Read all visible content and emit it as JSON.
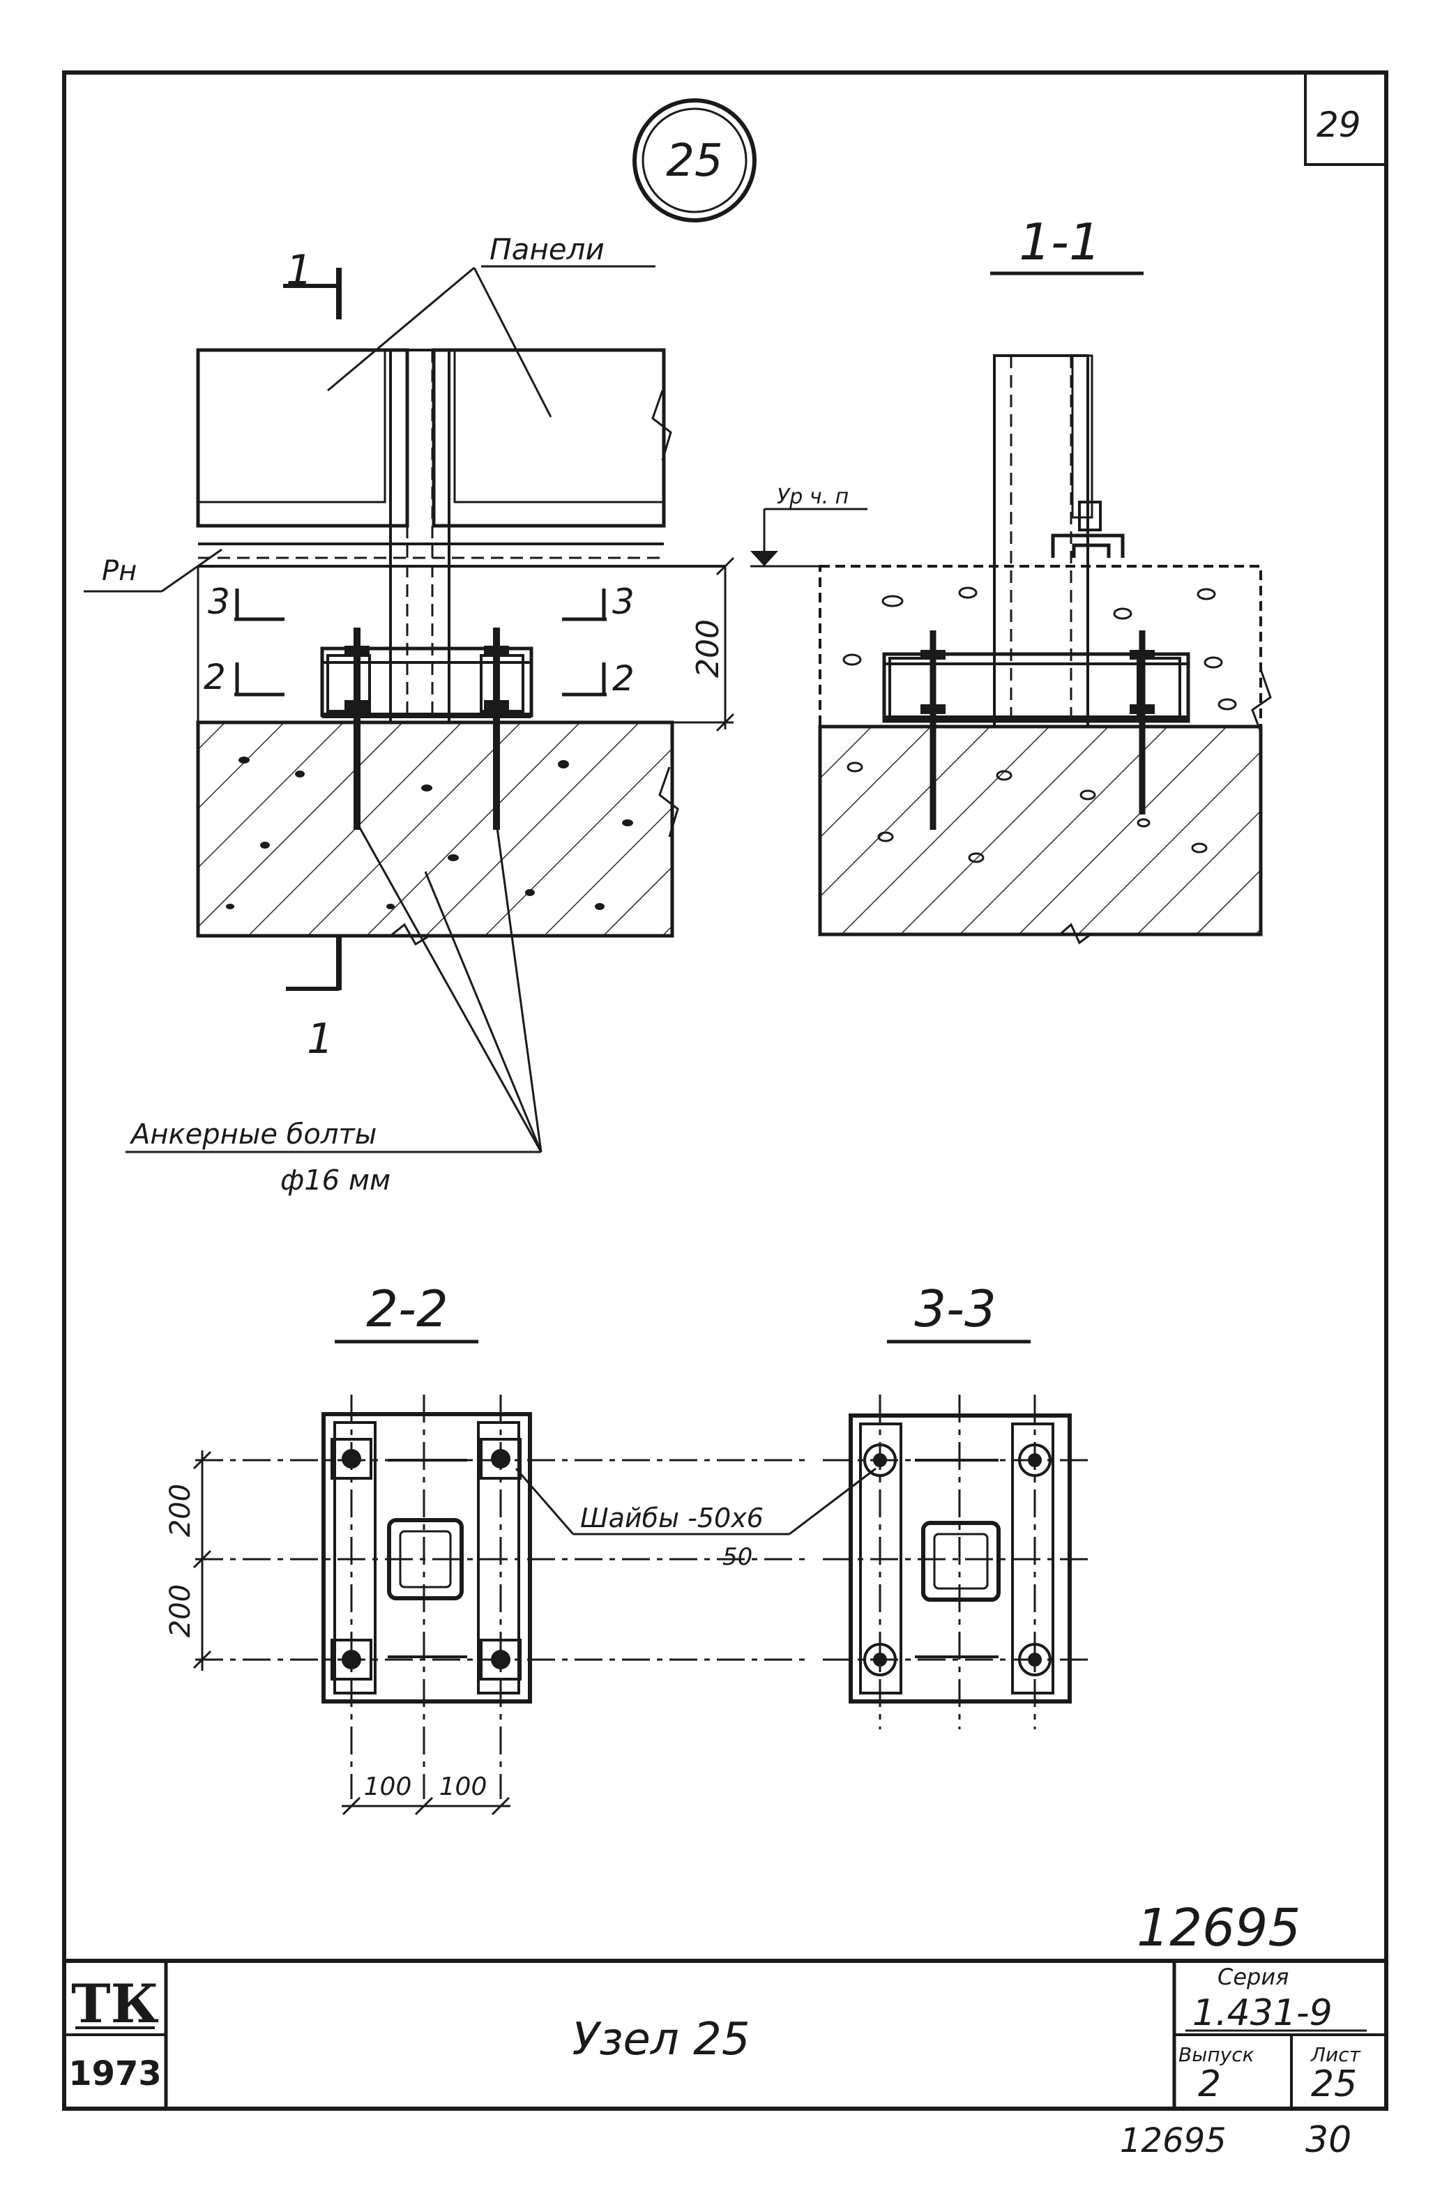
{
  "sheet": {
    "top_sheet_number": "29",
    "node_circle_label": "25",
    "archive_number": "12695",
    "bottom_archive": "12695",
    "bottom_page": "30"
  },
  "main_view": {
    "panels_label": "Панели",
    "section_marks": {
      "top": "1",
      "bottom": "1",
      "s3_left": "3",
      "s3_right": "3",
      "s2_left": "2",
      "s2_right": "2"
    },
    "rn_label": "Рн",
    "dimension_height": "200",
    "anchor_label_line1": "Анкерные болты",
    "anchor_label_line2": "ф16 мм"
  },
  "section_1_1": {
    "title": "1-1",
    "level_label": "Ур ч. п"
  },
  "section_2_2": {
    "title": "2-2",
    "dim_v1": "200",
    "dim_v2": "200",
    "dim_h1": "100",
    "dim_h2": "100",
    "washer_line1": "Шайбы -50х6",
    "washer_line2": "50"
  },
  "section_3_3": {
    "title": "3-3"
  },
  "title_block": {
    "logo_top": "ТК",
    "logo_bottom": "1973",
    "title": "Узел 25",
    "series_label": "Серия",
    "series_value": "1.431-9",
    "issue_label": "Выпуск",
    "issue_value": "2",
    "sheet_label": "Лист",
    "sheet_value": "25"
  }
}
